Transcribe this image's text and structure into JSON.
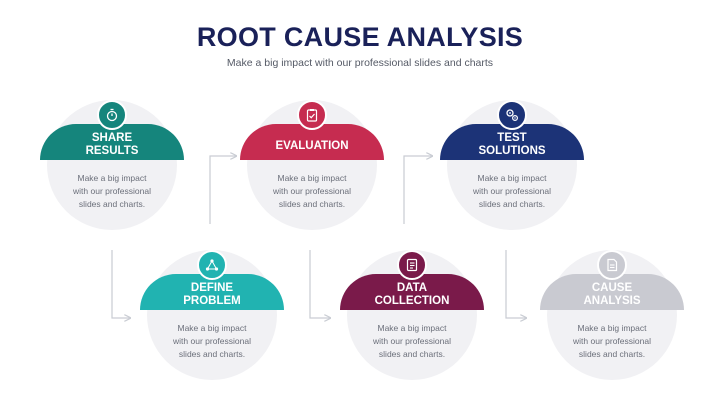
{
  "header": {
    "title": "ROOT CAUSE ANALYSIS",
    "subtitle": "Make a big impact with our professional slides and charts"
  },
  "steps": [
    {
      "id": "share-results",
      "title_lines": [
        "SHARE",
        "RESULTS"
      ],
      "desc_lines": [
        "Make a big impact",
        "with our professional",
        "slides and charts."
      ],
      "color": "#15857c",
      "icon": "stopwatch-icon"
    },
    {
      "id": "define-problem",
      "title_lines": [
        "DEFINE",
        "PROBLEM"
      ],
      "desc_lines": [
        "Make a big impact",
        "with our professional",
        "slides and charts."
      ],
      "color": "#21b3b1",
      "icon": "network-icon"
    },
    {
      "id": "evaluation",
      "title_lines": [
        "EVALUATION"
      ],
      "desc_lines": [
        "Make a big impact",
        "with our professional",
        "slides and charts."
      ],
      "color": "#c62c50",
      "icon": "clipboard-icon"
    },
    {
      "id": "data-collection",
      "title_lines": [
        "DATA",
        "COLLECTION"
      ],
      "desc_lines": [
        "Make a big impact",
        "with our professional",
        "slides and charts."
      ],
      "color": "#7a1a4a",
      "icon": "checklist-icon"
    },
    {
      "id": "test-solutions",
      "title_lines": [
        "TEST",
        "SOLUTIONS"
      ],
      "desc_lines": [
        "Make a big impact",
        "with our professional",
        "slides and charts."
      ],
      "color": "#1c3377",
      "icon": "gears-icon"
    },
    {
      "id": "cause-analysis",
      "title_lines": [
        "CAUSE",
        "ANALYSIS"
      ],
      "desc_lines": [
        "Make a big impact",
        "with our professional",
        "slides and charts."
      ],
      "color": "#c9cad1",
      "icon": "document-icon"
    }
  ]
}
